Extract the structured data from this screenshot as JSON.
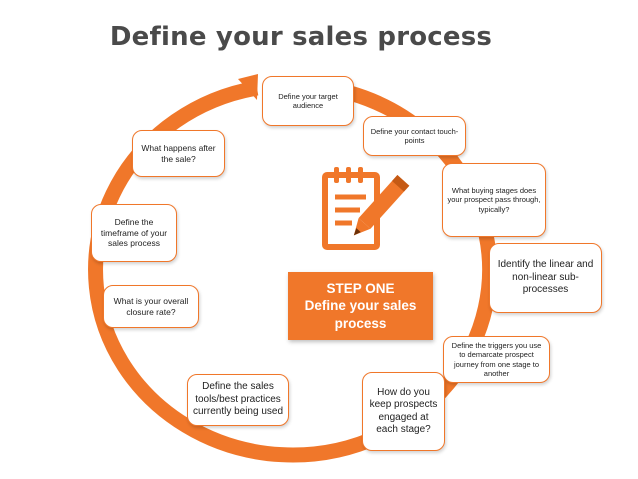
{
  "title": "Define your sales process",
  "center": {
    "step": "STEP ONE",
    "line1": "Define your sales",
    "line2": "process"
  },
  "stages": [
    "Define your target audience",
    "Define your contact touch-points",
    "What buying stages does your prospect pass through, typically?",
    "Identify the linear and non-linear sub-processes",
    "Define the triggers you use to demarcate prospect journey from one stage to another",
    "How do you keep prospects engaged at each stage?",
    "Define the sales tools/best practices currently being used",
    "What is your overall closure rate?",
    "Define the timeframe of your sales process",
    "What happens after the sale?"
  ],
  "icon": "notepad-pencil-icon",
  "colors": {
    "accent": "#f0772a",
    "title": "#4a4a4a",
    "text": "#222222"
  }
}
